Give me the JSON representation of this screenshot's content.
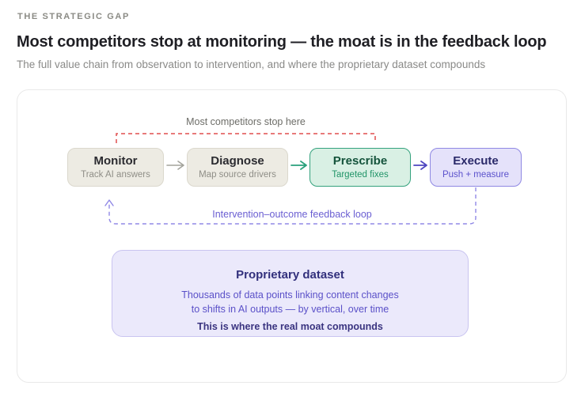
{
  "colors": {
    "red_dashed": "#e14f4f",
    "gray_arrow": "#a3a39c",
    "green_arrow": "#2aa17c",
    "indigo_arrow": "#4f46c0",
    "feedback_dashed": "#9189e6",
    "beige_fill": "#edebe3",
    "green_fill": "#d9f0e4",
    "purple_fill": "#e5e2fa",
    "dataset_fill": "#ebe9fb"
  },
  "header": {
    "eyebrow": "THE STRATEGIC GAP",
    "title": "Most competitors stop at monitoring — the moat is in the feedback loop",
    "subtitle": "The full value chain from observation to intervention, and where the proprietary dataset compounds"
  },
  "diagram": {
    "top_annotation": "Most competitors stop here",
    "stages": [
      {
        "title": "Monitor",
        "subtitle": "Track AI answers"
      },
      {
        "title": "Diagnose",
        "subtitle": "Map source drivers"
      },
      {
        "title": "Prescribe",
        "subtitle": "Targeted fixes"
      },
      {
        "title": "Execute",
        "subtitle": "Push + measure"
      }
    ],
    "feedback_label": "Intervention–outcome feedback loop",
    "dataset_card": {
      "title": "Proprietary dataset",
      "line1": "Thousands of data points linking content changes",
      "line2": "to shifts in AI outputs — by vertical, over time",
      "line3": "This is where the real moat compounds"
    }
  }
}
